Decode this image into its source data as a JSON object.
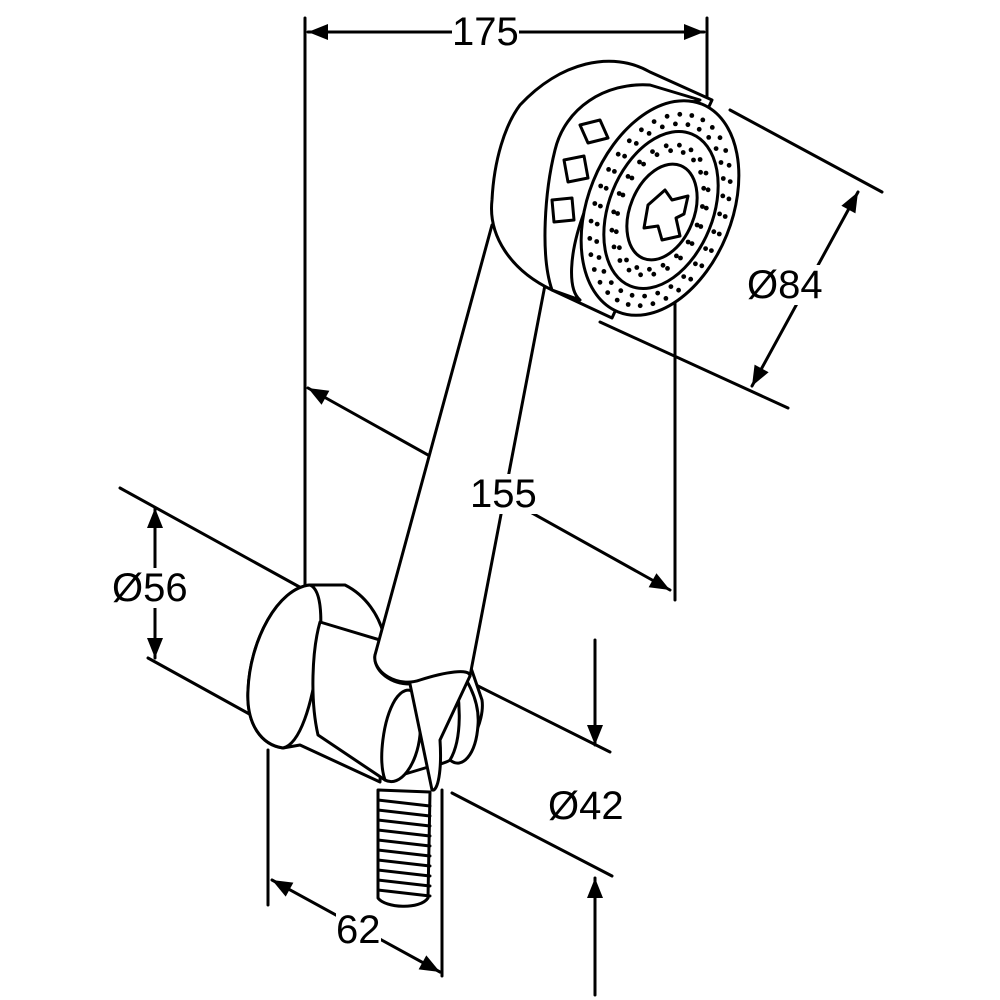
{
  "dimensions": {
    "width_total": "175",
    "head_diameter": "Ø84",
    "handle_length": "155",
    "bracket_diameter": "Ø56",
    "hose_diameter": "Ø42",
    "bracket_depth": "62"
  },
  "colors": {
    "line": "#000000",
    "background": "#ffffff"
  }
}
